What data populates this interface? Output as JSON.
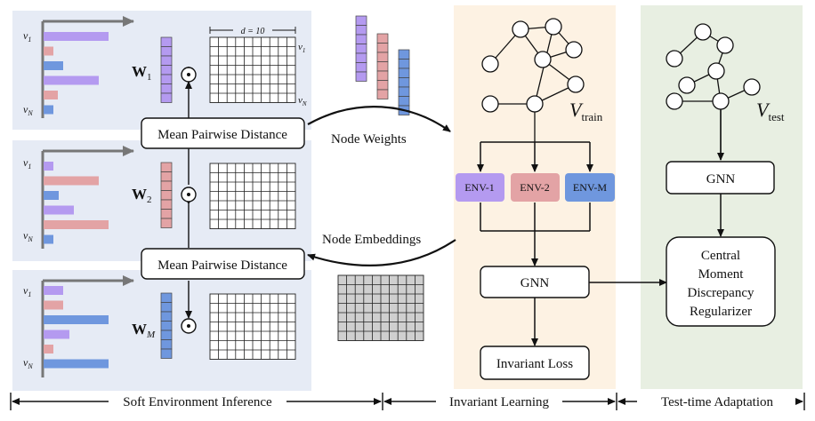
{
  "sections": {
    "soft": "Soft Environment Inference",
    "invariant": "Invariant Learning",
    "tta": "Test-time Adaptation"
  },
  "colors": {
    "panel_left": "#e6ebf5",
    "panel_mid": "#fdf2e3",
    "panel_right": "#e8efe2",
    "purple": "#b49af0",
    "pink": "#e3a3a5",
    "blue": "#6f97de",
    "gray": "#cfcfcf"
  },
  "panels": [
    {
      "v_top": "v",
      "v_top_sub": "1",
      "v_bot": "v",
      "v_bot_sub": "N",
      "w": "W",
      "w_sub": "1",
      "op": "⊙",
      "bars": [
        {
          "v": 0.65,
          "c": "purple"
        },
        {
          "v": 0.1,
          "c": "pink"
        },
        {
          "v": 0.2,
          "c": "blue"
        },
        {
          "v": 0.55,
          "c": "purple"
        },
        {
          "v": 0.14,
          "c": "pink"
        },
        {
          "v": 0.1,
          "c": "blue"
        }
      ]
    },
    {
      "v_top": "v",
      "v_top_sub": "1",
      "v_bot": "v",
      "v_bot_sub": "N",
      "w": "W",
      "w_sub": "2",
      "op": "⊙",
      "bars": [
        {
          "v": 0.1,
          "c": "purple"
        },
        {
          "v": 0.55,
          "c": "pink"
        },
        {
          "v": 0.15,
          "c": "blue"
        },
        {
          "v": 0.3,
          "c": "purple"
        },
        {
          "v": 0.65,
          "c": "pink"
        },
        {
          "v": 0.1,
          "c": "blue"
        }
      ]
    },
    {
      "v_top": "v",
      "v_top_sub": "1",
      "v_bot": "v",
      "v_bot_sub": "N",
      "w": "W",
      "w_sub": "M",
      "op": "⊙",
      "bars": [
        {
          "v": 0.2,
          "c": "purple"
        },
        {
          "v": 0.2,
          "c": "pink"
        },
        {
          "v": 0.65,
          "c": "blue"
        },
        {
          "v": 0.26,
          "c": "purple"
        },
        {
          "v": 0.1,
          "c": "pink"
        },
        {
          "v": 0.65,
          "c": "blue"
        }
      ]
    }
  ],
  "grid_annotations": {
    "d_label": "d = 10",
    "row_top": "v",
    "row_top_sub": "1",
    "row_bot": "v",
    "row_bot_sub": "N"
  },
  "mpd_label": "Mean Pairwise Distance",
  "arrows": {
    "node_weights": "Node Weights",
    "node_embeddings": "Node Embeddings"
  },
  "middle": {
    "graph_label": "V",
    "graph_label_sub": "train",
    "env_boxes": [
      "ENV-1",
      "ENV-2",
      "ENV-M"
    ],
    "gnn": "GNN",
    "loss": "Invariant Loss"
  },
  "right": {
    "graph_label": "V",
    "graph_label_sub": "test",
    "gnn": "GNN",
    "reg_lines": [
      "Central",
      "Moment",
      "Discrepancy",
      "Regularizer"
    ]
  }
}
